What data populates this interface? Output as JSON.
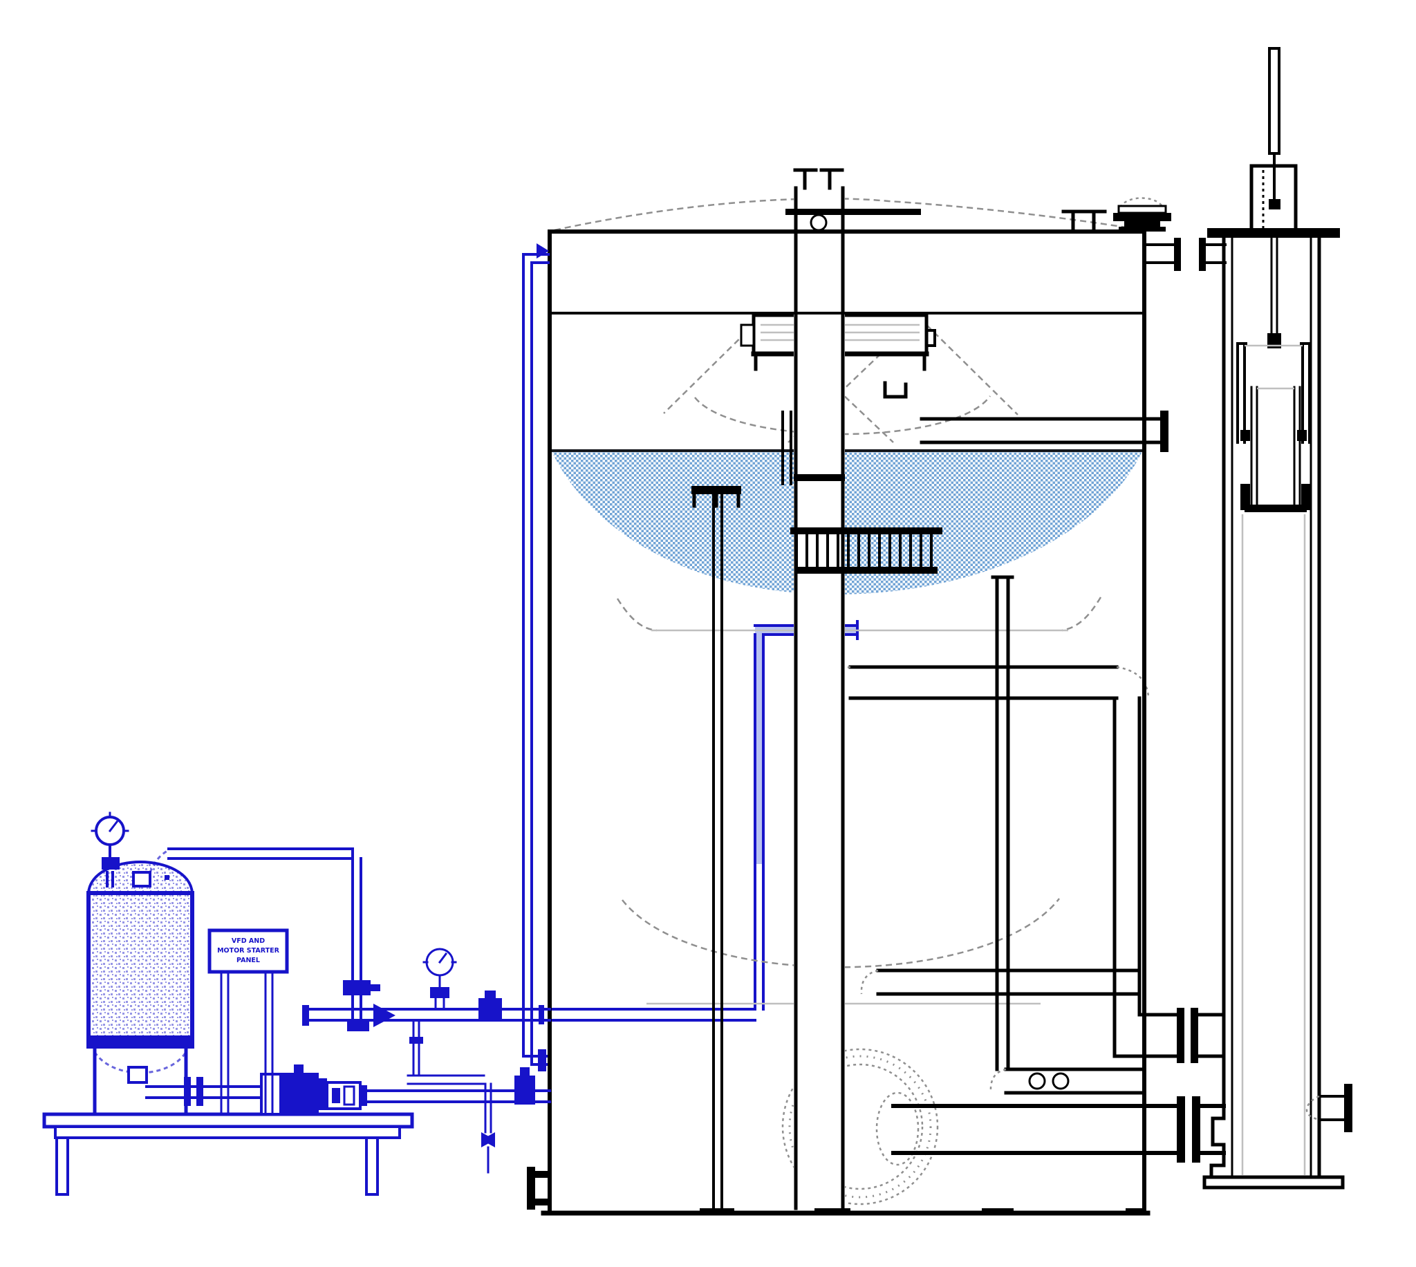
{
  "drawing": {
    "kind": "process-equipment-elevation-cad-drawing",
    "regions": {
      "left": "chemical feed pump skid (blue)",
      "center": "main treatment tank with agitator and water level",
      "right": "standpipe column with internal float assembly"
    }
  },
  "panel": {
    "label_line1": "VFD AND",
    "label_line2": "MOTOR STARTER",
    "label_line3": "PANEL"
  },
  "colors": {
    "skid_blue": "#1713c9",
    "water_hatch_blue": "#72a4d6",
    "pipe_halo_blue": "#b9c2f0",
    "line_black": "#000000",
    "hidden_gray": "#8f8f8f",
    "light_gray": "#bfbfbf",
    "background": "#ffffff"
  }
}
